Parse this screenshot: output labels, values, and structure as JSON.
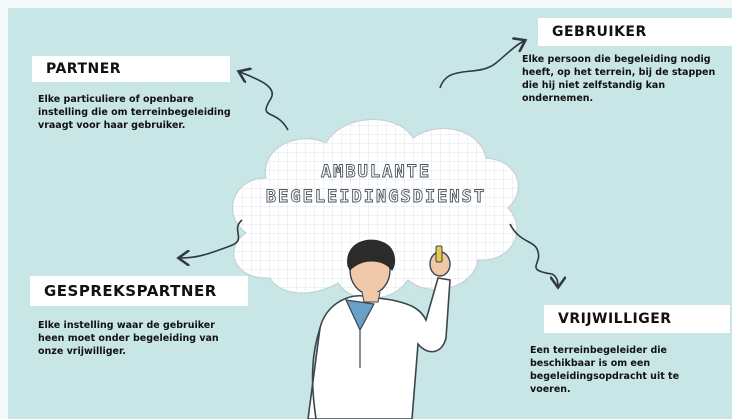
{
  "title_line1": "AMBULANTE",
  "title_line2": "BEGELEIDINGSDIENST",
  "roles": {
    "partner": {
      "label": "PARTNER",
      "desc": [
        "Elke particuliere of openbare",
        "instelling die om terreinbegeleiding",
        "vraagt voor haar gebruiker."
      ]
    },
    "gebruiker": {
      "label": "GEBRUIKER",
      "desc": [
        "Elke persoon die begeleiding nodig",
        "heeft, op het terrein, bij de stappen",
        "die hij niet zelfstandig kan",
        "ondernemen."
      ]
    },
    "gesprekspartner": {
      "label": "GESPREKSPARTNER",
      "desc": [
        "Elke instelling waar de gebruiker",
        "heen moet onder begeleiding van",
        "onze vrijwilliger."
      ]
    },
    "vrijwilliger": {
      "label": "VRIJWILLIGER",
      "desc": [
        "Een terreinbegeleider die",
        "beschikbaar is om een",
        "begeleidingsopdracht uit te",
        "voeren."
      ]
    }
  },
  "colors": {
    "background": "#c9e6e7",
    "label_box": "#ffffff",
    "text": "#111111",
    "arrow": "#2f3a40"
  }
}
